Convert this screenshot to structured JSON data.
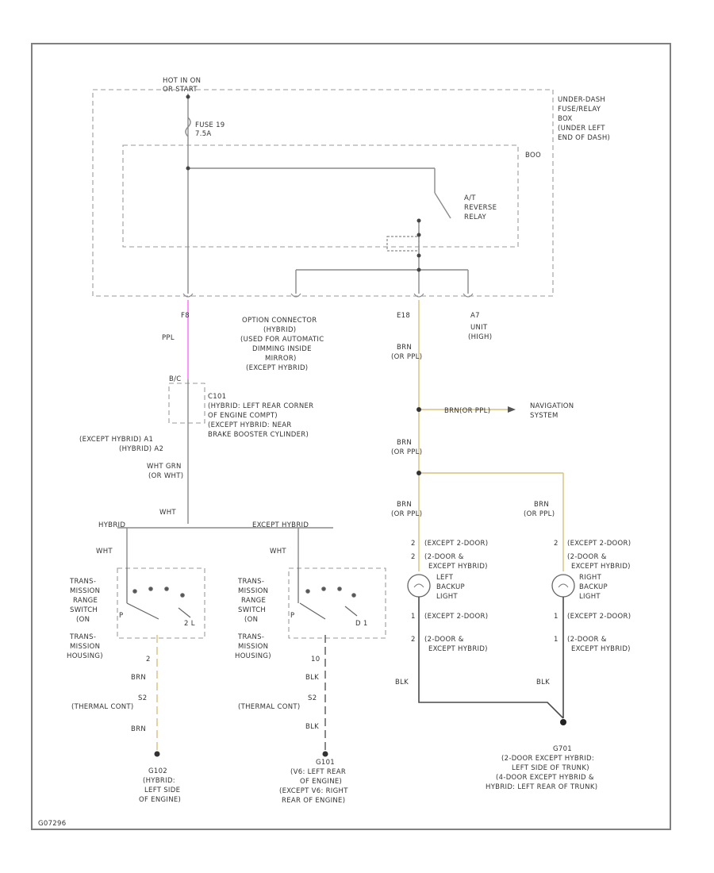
{
  "colors": {
    "frame": "#808080",
    "wire_gray": "#8a8a8a",
    "wire_pink": "#ff66ff",
    "wire_brown": "#d8c07a",
    "wire_dark": "#4a4a4a"
  },
  "labels": {
    "hot_in_on_1": "HOT IN ON",
    "hot_in_on_2": "OR START",
    "fuse_1": "FUSE 19",
    "fuse_2": "7.5A",
    "under_dash_1": "UNDER-DASH",
    "under_dash_2": "FUSE/RELAY",
    "under_dash_3": "BOX",
    "under_dash_4": "(UNDER LEFT",
    "under_dash_5": "END OF DASH)",
    "box_tag": "BOO",
    "relay_1": "A/T",
    "relay_2": "REVERSE",
    "relay_3": "RELAY",
    "pin_left": "F8",
    "pin_mid": "E18",
    "pin_right": "A7",
    "wire_ppl": "PPL",
    "opt_1": "OPTION CONNECTOR",
    "opt_2": "(HYBRID)",
    "opt_3": "(USED FOR AUTOMATIC",
    "opt_4": "DIMMING INSIDE",
    "opt_5": "MIRROR)",
    "opt_6": "(EXCEPT HYBRID)",
    "unit_1": "UNIT",
    "unit_2": "(HIGH)",
    "brn_1": "BRN",
    "brn_2": "(OR PPL)",
    "nav_wire": "BRN(OR PPL)",
    "nav_1": "NAVIGATION",
    "nav_2": "SYSTEM",
    "brn_3": "BRN",
    "brn_4": "(OR PPL)",
    "brn_5": "BRN",
    "brn_6": "(OR PPL)",
    "brn_7": "BRN",
    "brn_8": "(OR PPL)",
    "conn_1": "C101",
    "conn_2": "(HYBRID: LEFT REAR CORNER",
    "conn_3": "OF ENGINE COMPT)",
    "conn_4": "(EXCEPT HYBRID: NEAR",
    "conn_5": "BRAKE BOOSTER CYLINDER)",
    "conn_pin_a": "B/C",
    "exc_hyb_1": "(EXCEPT HYBRID) A1",
    "exc_hyb_2": "(HYBRID) A2",
    "wht_grn": "WHT GRN",
    "or_wht": "(OR WHT)",
    "wht": "WHT",
    "hybrid": "HYBRID",
    "except_hybrid": "EXCEPT HYBRID",
    "wht_l": "WHT",
    "wht_r": "WHT",
    "tr_l_1": "TRANS-",
    "tr_l_2": "MISSION",
    "tr_l_3": "RANGE",
    "tr_l_4": "SWITCH",
    "tr_l_5": "(ON",
    "tr_l_6": "TRANS-",
    "tr_l_7": "MISSION",
    "tr_l_8": "HOUSING)",
    "tr_r_1": "TRANS-",
    "tr_r_2": "MISSION",
    "tr_r_3": "RANGE",
    "tr_r_4": "SWITCH",
    "tr_r_5": "(ON",
    "tr_r_6": "TRANS-",
    "tr_r_7": "MISSION",
    "tr_r_8": "HOUSING)",
    "p_l": "P",
    "p_r": "P",
    "pos_l": "2 L",
    "pos_r": "D 1",
    "pin_2": "2",
    "pin_10": "10",
    "brn_l": "BRN",
    "blk_r": "BLK",
    "s2_l": "S2",
    "s2_r": "S2",
    "thermal_l": "(THERMAL CONT)",
    "thermal_r": "(THERMAL CONT)",
    "brn_l2": "BRN",
    "blk_r2": "BLK",
    "g102_1": "G102",
    "g102_2": "(HYBRID:",
    "g102_3": "LEFT SIDE",
    "g102_4": "OF ENGINE)",
    "g101_1": "G101",
    "g101_2": "(V6: LEFT REAR",
    "g101_3": "OF ENGINE)",
    "g101_4": "(EXCEPT V6: RIGHT",
    "g101_5": "REAR OF ENGINE)",
    "ex2_l": "(EXCEPT 2-DOOR)",
    "ex2_r": "(EXCEPT 2-DOOR)",
    "l_lamp_1": "(2-DOOR &",
    "l_lamp_2": "EXCEPT HYBRID)",
    "l_lamp_3": "LEFT",
    "l_lamp_4": "BACKUP",
    "l_lamp_5": "LIGHT",
    "r_lamp_1": "(2-DOOR &",
    "r_lamp_2": "EXCEPT HYBRID)",
    "r_lamp_3": "RIGHT",
    "r_lamp_4": "BACKUP",
    "r_lamp_5": "LIGHT",
    "ex2b_l": "(EXCEPT 2-DOOR)",
    "ex2b_r": "(EXCEPT 2-DOOR)",
    "dexh_l_1": "(2-DOOR &",
    "dexh_l_2": "EXCEPT HYBRID)",
    "dexh_r_1": "(2-DOOR &",
    "dexh_r_2": "EXCEPT HYBRID)",
    "num_2a": "2",
    "num_2b": "2",
    "num_1a": "1",
    "num_1b": "1",
    "num_2c": "2",
    "num_2d": "2",
    "num_1c": "1",
    "num_1d": "1",
    "blk_a": "BLK",
    "blk_b": "BLK",
    "g701_1": "G701",
    "g701_2": "(2-DOOR EXCEPT HYBRID:",
    "g701_3": "LEFT SIDE OF TRUNK)",
    "g701_4": "(4-DOOR EXCEPT HYBRID &",
    "g701_5": "HYBRID: LEFT REAR OF TRUNK)",
    "footer": "G07296"
  }
}
